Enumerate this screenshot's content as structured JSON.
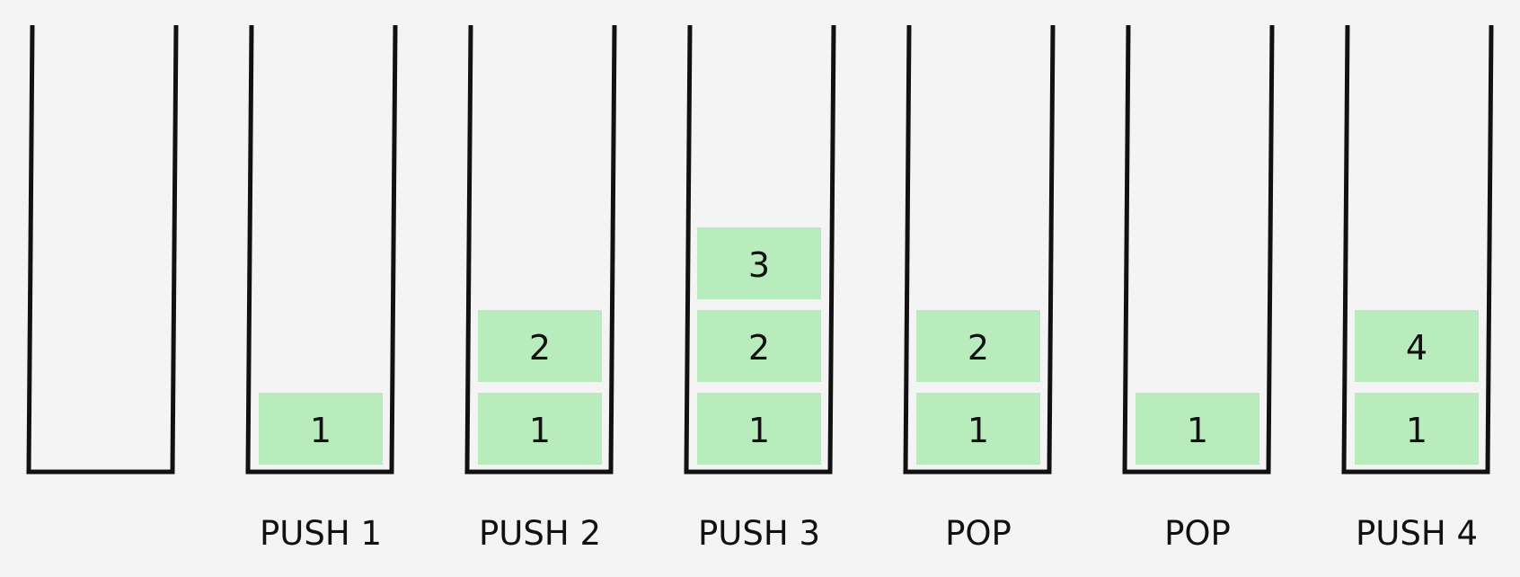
{
  "colors": {
    "background": "#f4f4f4",
    "outline": "#111111",
    "block_fill": "#b8ecbc",
    "text": "#111111"
  },
  "stages": [
    {
      "label": "",
      "stack": []
    },
    {
      "label": "PUSH 1",
      "stack": [
        "1"
      ]
    },
    {
      "label": "PUSH 2",
      "stack": [
        "1",
        "2"
      ]
    },
    {
      "label": "PUSH 3",
      "stack": [
        "1",
        "2",
        "3"
      ]
    },
    {
      "label": "POP",
      "stack": [
        "1",
        "2"
      ]
    },
    {
      "label": "POP",
      "stack": [
        "1"
      ]
    },
    {
      "label": "PUSH 4",
      "stack": [
        "1",
        "4"
      ]
    }
  ]
}
